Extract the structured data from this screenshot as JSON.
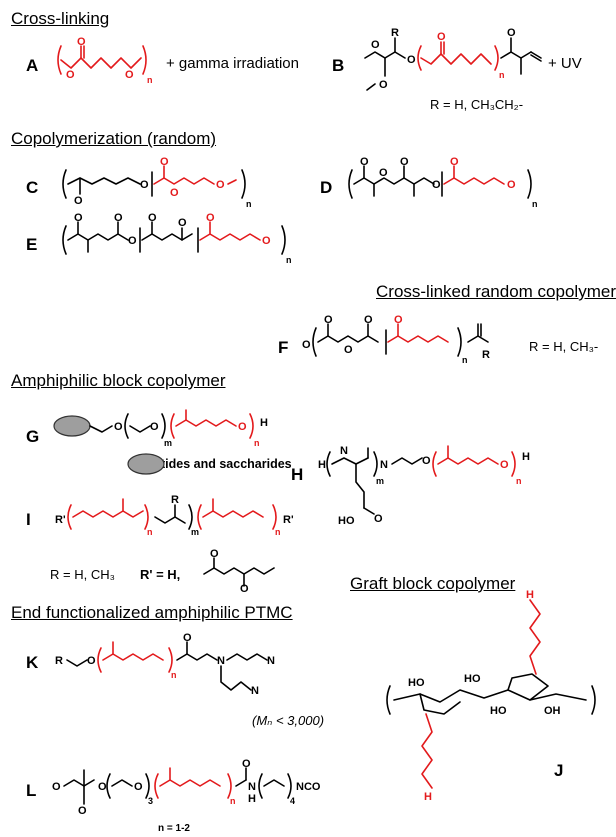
{
  "sections": {
    "crosslinking": "Cross-linking",
    "copolymerization": "Copolymerization (random)",
    "crosslinked_random": "Cross-linked random copolymer",
    "amphiphilic_block": "Amphiphilic block copolymer",
    "graft_block": "Graft block copolymer",
    "end_functionalized": "End functionalized amphiphilic PTMC"
  },
  "labels": [
    "A",
    "B",
    "C",
    "D",
    "E",
    "F",
    "G",
    "H",
    "I",
    "J",
    "K",
    "L"
  ],
  "annotations": {
    "a_text": "+ gamma irradiation",
    "b_text": "+ UV",
    "b_r": "R = H, CH₃CH₂-",
    "f_r": "R = H, CH₃-",
    "g_legend": "= peptides and saccharides",
    "i_r": "R = H, CH₃",
    "i_rprime": "R' = H,",
    "k_mn": "(Mₙ < 3,000)",
    "l_n": "n = 1-2"
  },
  "colors": {
    "ptmc": "#e31a1c",
    "backbone": "#000000",
    "ellipse": "#9e9e9e"
  }
}
